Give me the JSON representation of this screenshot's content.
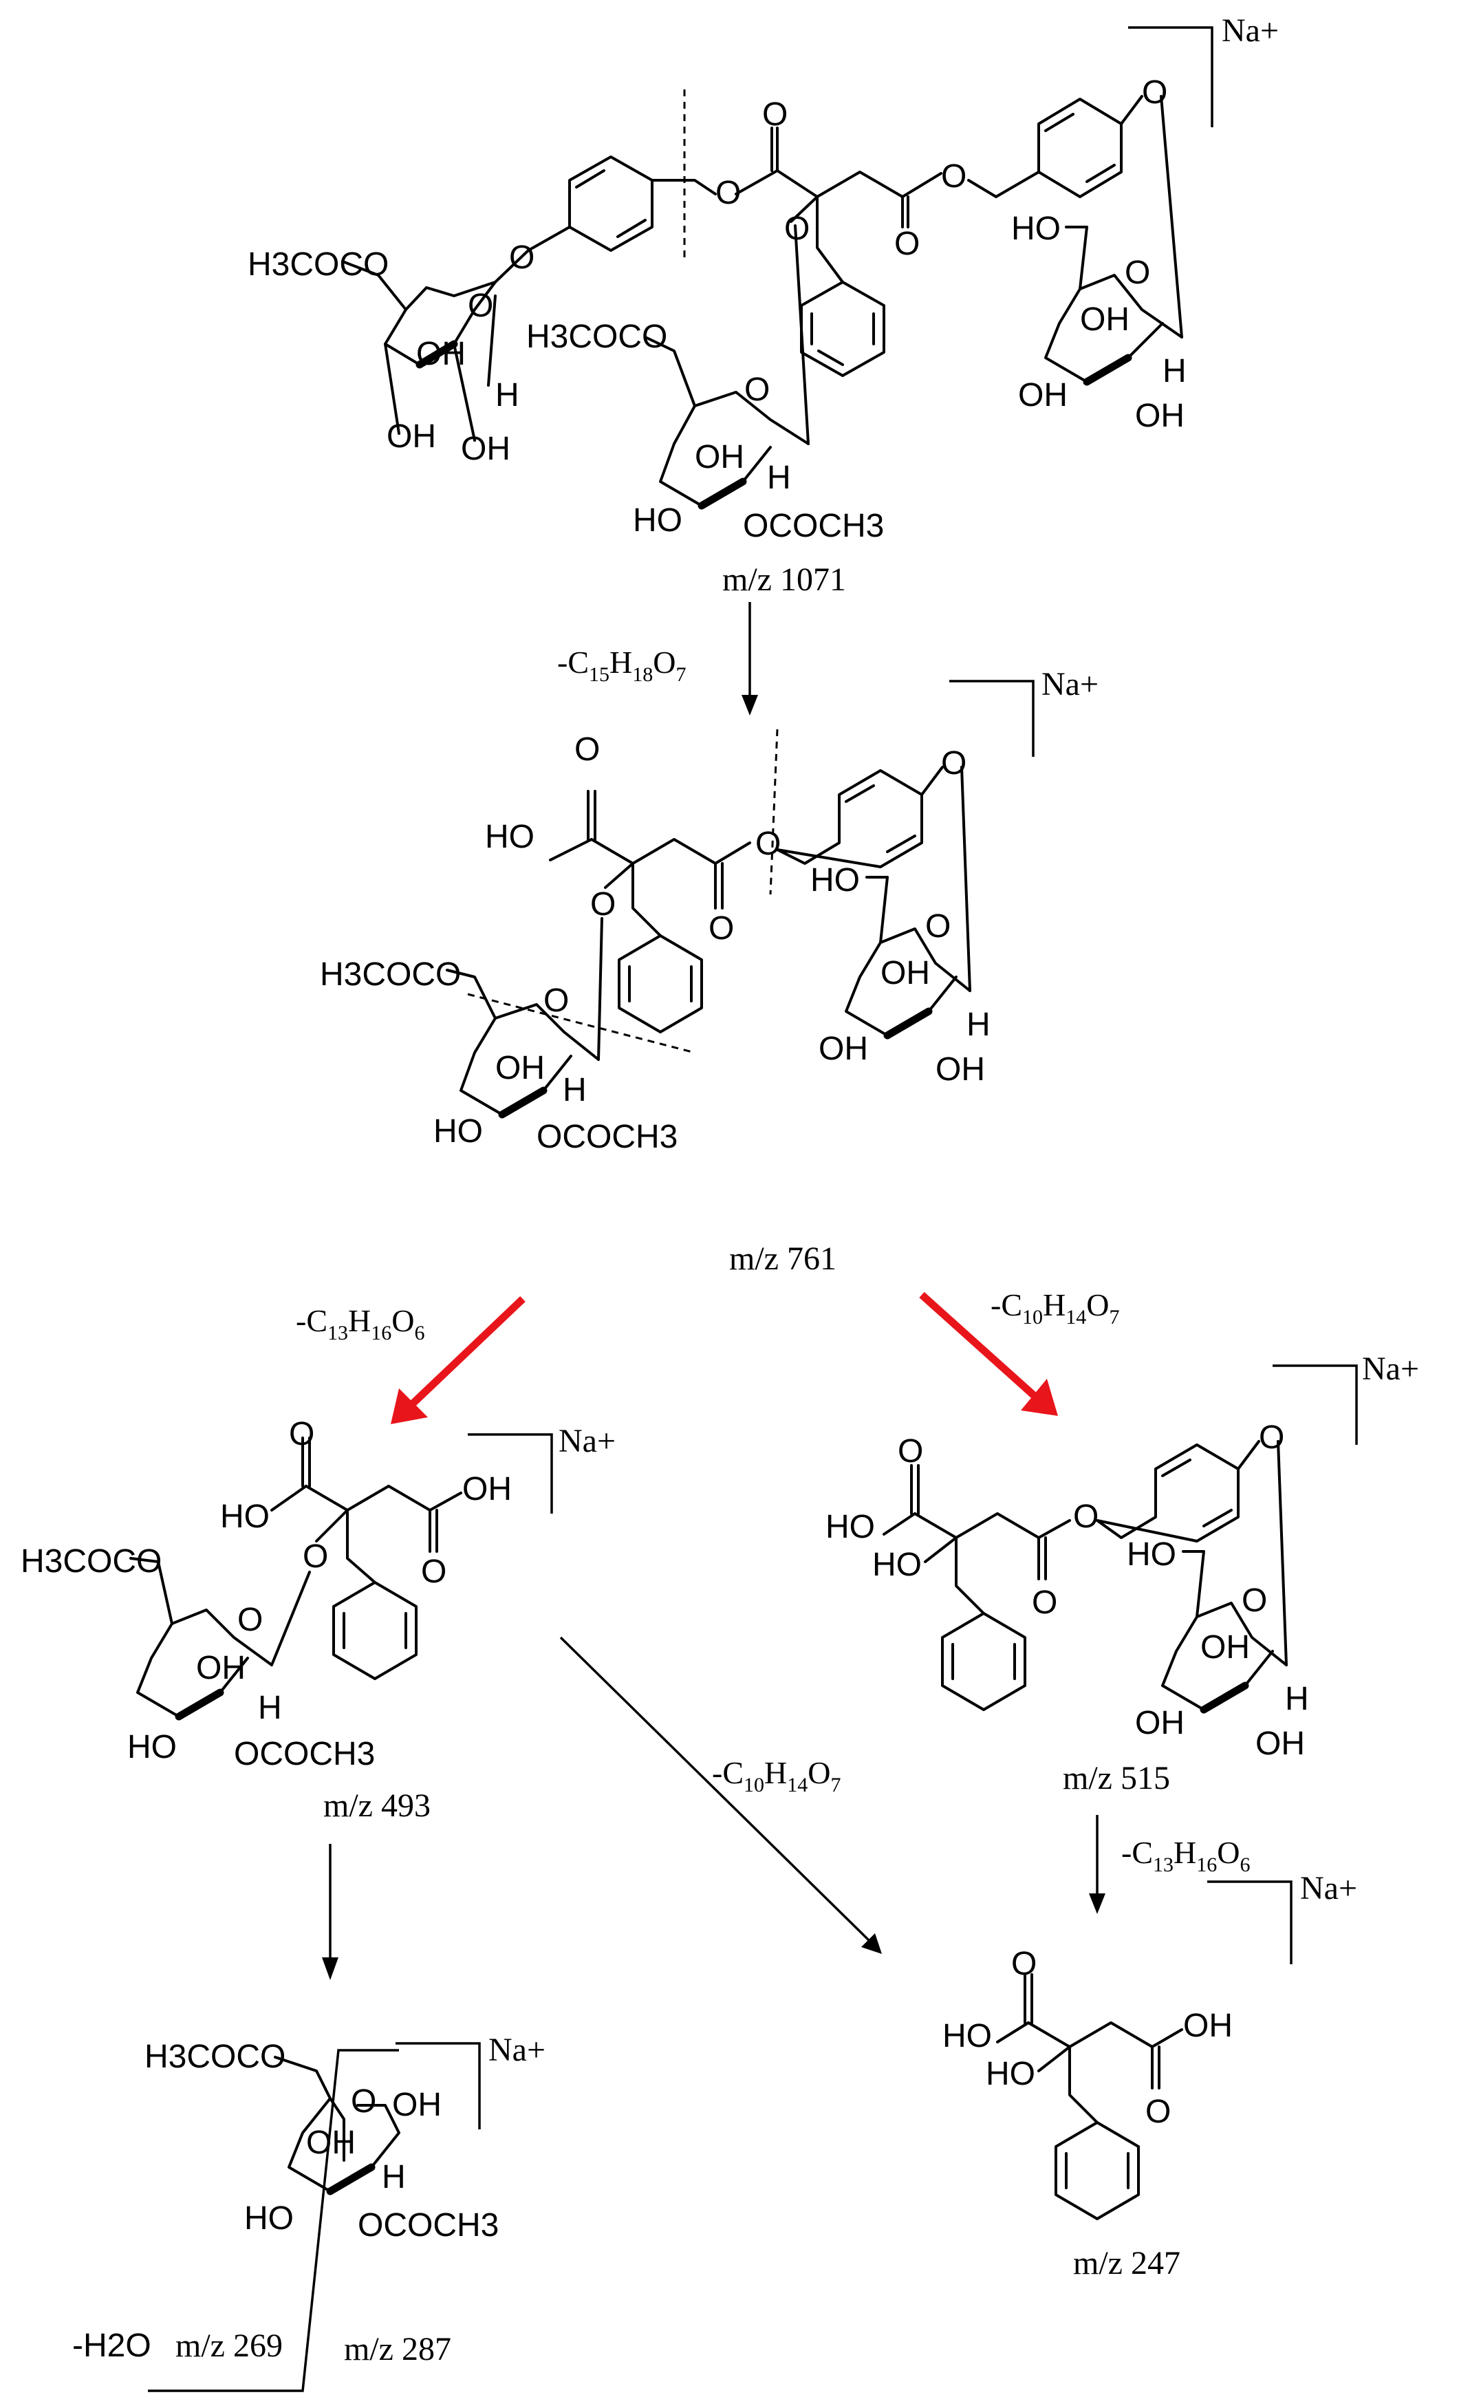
{
  "groups": {
    "acetyl_ch2": "H3COCO",
    "hydroxyl": "OH",
    "hydroxyl_left": "HO",
    "acetoxy": "OCOCH3",
    "hydrogen": "H",
    "oxygen": "O",
    "sodium_ion": "Na+"
  },
  "ions": {
    "m1071": "m/z 1071",
    "m761": "m/z 761",
    "m493": "m/z 493",
    "m515": "m/z 515",
    "m247": "m/z 247",
    "m287": "m/z 287",
    "m269": "m/z 269"
  },
  "losses": {
    "loss_c15": {
      "main": "-C",
      "parts": [
        [
          "15",
          "H"
        ],
        [
          "18",
          "O"
        ],
        [
          "7",
          ""
        ]
      ]
    },
    "loss_c13": {
      "main": "-C",
      "parts": [
        [
          "13",
          "H"
        ],
        [
          "16",
          "O"
        ],
        [
          "6",
          ""
        ]
      ]
    },
    "loss_c10": {
      "main": "-C",
      "parts": [
        [
          "10",
          "H"
        ],
        [
          "14",
          "O"
        ],
        [
          "7",
          ""
        ]
      ]
    },
    "loss_water": "-H2O"
  },
  "colors": {
    "pathway_highlight": "#e8151b",
    "structure": "#000000",
    "background": "#ffffff"
  }
}
